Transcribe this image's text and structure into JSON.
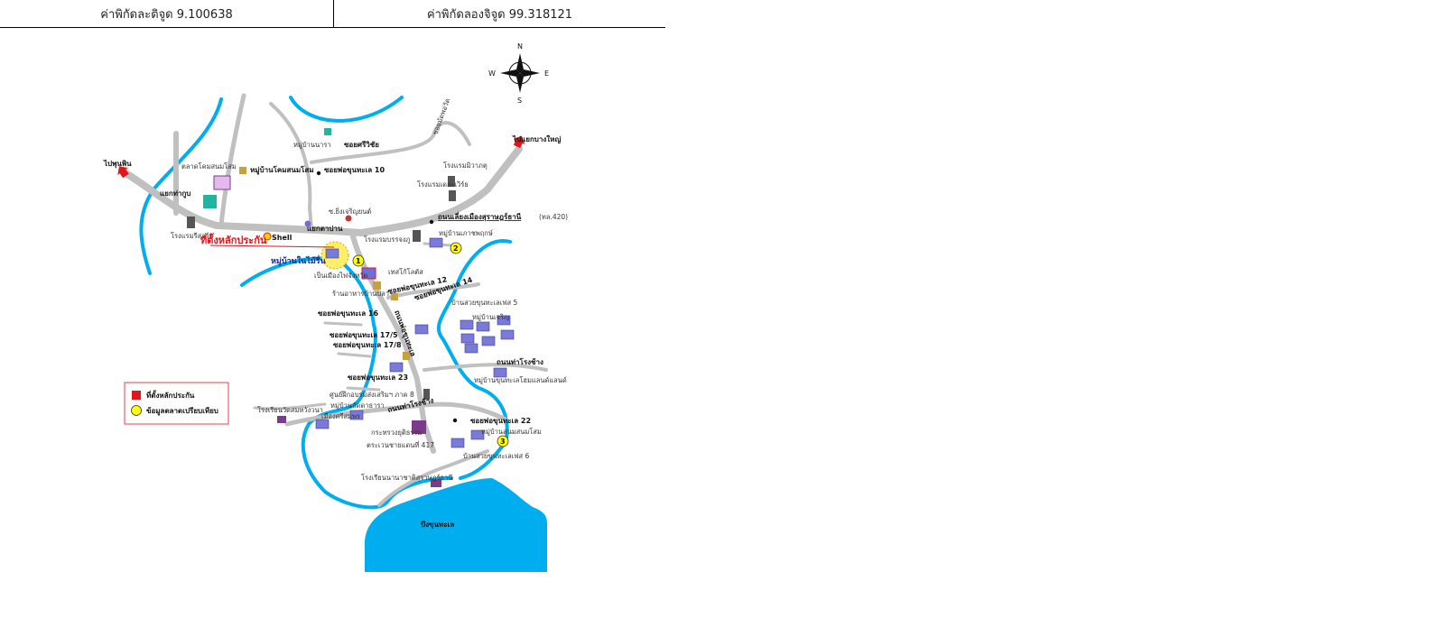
{
  "coordinates": {
    "latitude_label": "ค่าพิกัดละติจูด 9.100638",
    "longitude_label": "ค่าพิกัดลองจิจูด 99.318121"
  },
  "compass": {
    "n": "N",
    "e": "E",
    "s": "S",
    "w": "W"
  },
  "labels": {
    "to_phunphin": "ไปพุนพิน",
    "to_bang_yai": "ไปแยกบางใหญ่",
    "khun_thale_junction": "แยกท่ากูบ",
    "talat_khlong": "ตลาดโคมสนมโสม",
    "village_khong": "หมู่บ้านโคมสนมโสม",
    "soi_10": "ซอยพ่อขุนทะเล 10",
    "village_nara": "หมู่บ้านนารา",
    "soi_1": "ซอยศรีวิชัย",
    "soi_top": "ซอยมัดพอ่วัด",
    "hotel_wichai": "โรงแรมมิวาภตุ",
    "hotel_2": "โรงแรมเดอะเวิร์ธ",
    "hotel_left": "โรงแรมรีสอร์ท",
    "yeang": "ซ.ยิ่งเจริญยนต์",
    "kaeng_junction": "แยกตาปาน",
    "main_road": "ถนนเลี่ยงเมืองสุราษฎร์ธานี",
    "main_road_num": "(ทล.420)",
    "village_right": "หมู่บ้านเภาชพฤกษ์",
    "hotel_center": "โรงแรมบรรจงภู",
    "asset_location": "ที่ตั้งหลักประกัน",
    "shell": "Shell",
    "village_mai": "หมู่บ้านในไม้รื่น",
    "phuket": "เป็นเมืองไฟจังหวัด",
    "tesco": "เทสโก้โลตัส",
    "soi_12": "ซอยพ่อขุนทะเล 12",
    "soi_14": "ซอยพ่อขุนทะเล 14",
    "shop": "ร้านอาหารบ้านปลา",
    "soi_16": "ซอยพ่อขุนทะเล 16",
    "soi_17a": "ซอยพ่อขุนทะเล 17/5",
    "soi_17b": "ซอยพ่อขุนทะเล 17/8",
    "road_khun": "ถนนพ่อขุนทะเล",
    "village_5": "บ้านสวยขุนทะเลเฟส 5",
    "village_charoen": "หมู่บ้านเจริญ",
    "road_rongchang": "ถนนท่าโรงช้าง",
    "village_khunthale": "หมู่บ้านขุนทะเลโฮมแลนด์แลนด์",
    "soi_23": "ซอยพ่อขุนทะเล 23",
    "center_8": "ศูนย์ฝึกอบรมส่งเสริมฯ ภาค 8",
    "village_lada": "หมู่บ้านลัดดาธารา",
    "school_left": "โรงเรียนวัดสมหวังวนา",
    "village_sri": "เมืองศรีสมพร",
    "road_rongchang2": "ถนนท่าโรงช้าง",
    "soi_22": "ซอยพ่อขุนทะเล 22",
    "village_sanom": "หมู่บ้านสนมสนมโสม",
    "ministry": "กระทรวงยุติธรรม",
    "prison": "ตระเวนชายแดนที่ 417",
    "village_6": "บ้านสวยขุนทะเลเฟส 6",
    "school_bottom": "โรงเรียนนานาชาติสุราษฎร์ธานี",
    "lake": "บึงขุนทะเล",
    "marker_1": "1",
    "marker_2": "2",
    "marker_3": "3"
  },
  "legend": {
    "item_asset": "ที่ตั้งหลักประกัน",
    "item_market": "ข้อมูลตลาดเปรียบเทียบ",
    "asset_color": "#e0161c",
    "market_color": "#ffff00"
  },
  "colors": {
    "road": "#c0c0c0",
    "water": "#00aeef",
    "road_minor": "#bdbdbd"
  }
}
